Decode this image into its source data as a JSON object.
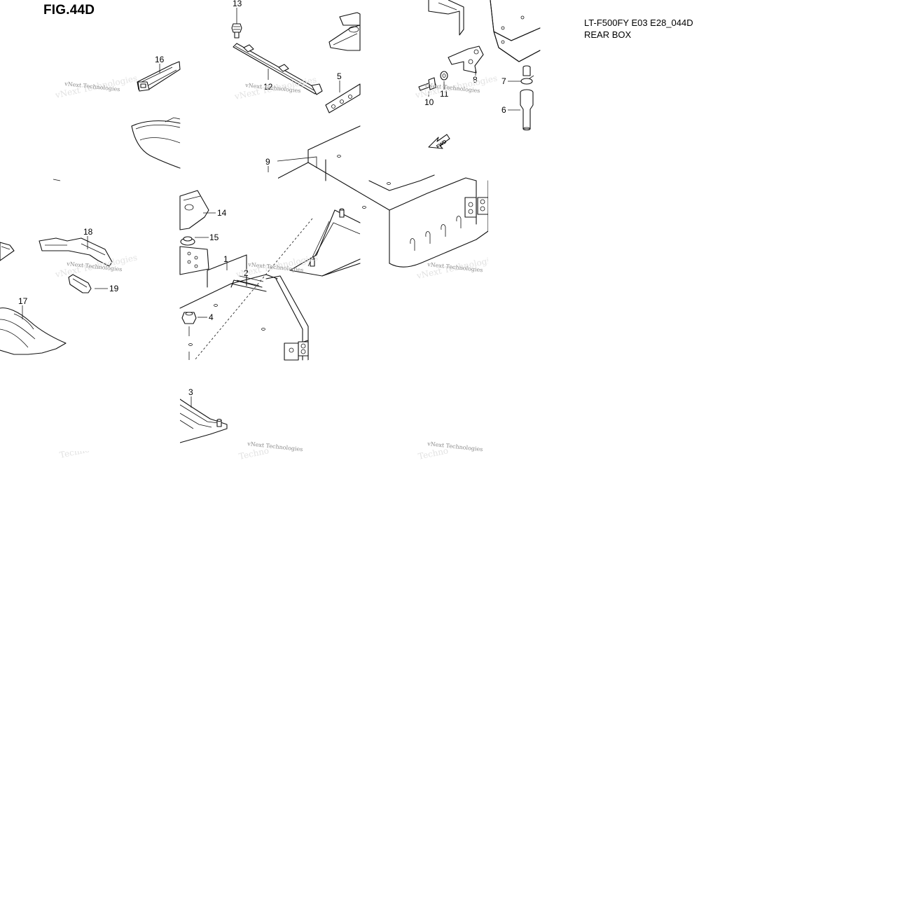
{
  "figure": {
    "title": "FIG.44D",
    "model_code": "LT-F500FY E03 E28_044D",
    "section_name": "REAR BOX"
  },
  "watermark": {
    "line1": "vNext Technologies",
    "line2": "Techno"
  },
  "fwd_label": "FWD",
  "parts": [
    {
      "no": "1"
    },
    {
      "no": "2"
    },
    {
      "no": "3"
    },
    {
      "no": "4"
    },
    {
      "no": "5"
    },
    {
      "no": "6"
    },
    {
      "no": "7"
    },
    {
      "no": "8"
    },
    {
      "no": "9"
    },
    {
      "no": "10"
    },
    {
      "no": "11"
    },
    {
      "no": "12"
    },
    {
      "no": "13"
    },
    {
      "no": "14"
    },
    {
      "no": "15"
    },
    {
      "no": "16"
    },
    {
      "no": "17"
    },
    {
      "no": "18"
    },
    {
      "no": "19"
    }
  ]
}
